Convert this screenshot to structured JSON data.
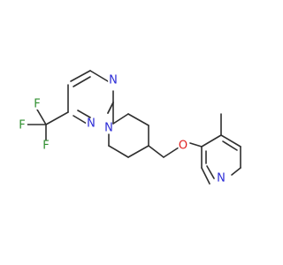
{
  "molecule": {
    "colors": {
      "bond": "#2f2f2f",
      "nitrogen": "#2b2bd6",
      "oxygen": "#e02020",
      "fluorine": "#2f8f2f"
    },
    "atoms": [
      {
        "id": "n_pyr_top",
        "label": "N",
        "element": "nitrogen"
      },
      {
        "id": "n_pyr_bottom",
        "label": "N",
        "element": "nitrogen"
      },
      {
        "id": "n_pip",
        "label": "N",
        "element": "nitrogen"
      },
      {
        "id": "o_ether",
        "label": "O",
        "element": "oxygen"
      },
      {
        "id": "n_pyridine",
        "label": "N",
        "element": "nitrogen"
      },
      {
        "id": "f_top",
        "label": "F",
        "element": "fluorine"
      },
      {
        "id": "f_left",
        "label": "F",
        "element": "fluorine"
      },
      {
        "id": "f_bottom",
        "label": "F",
        "element": "fluorine"
      }
    ]
  }
}
